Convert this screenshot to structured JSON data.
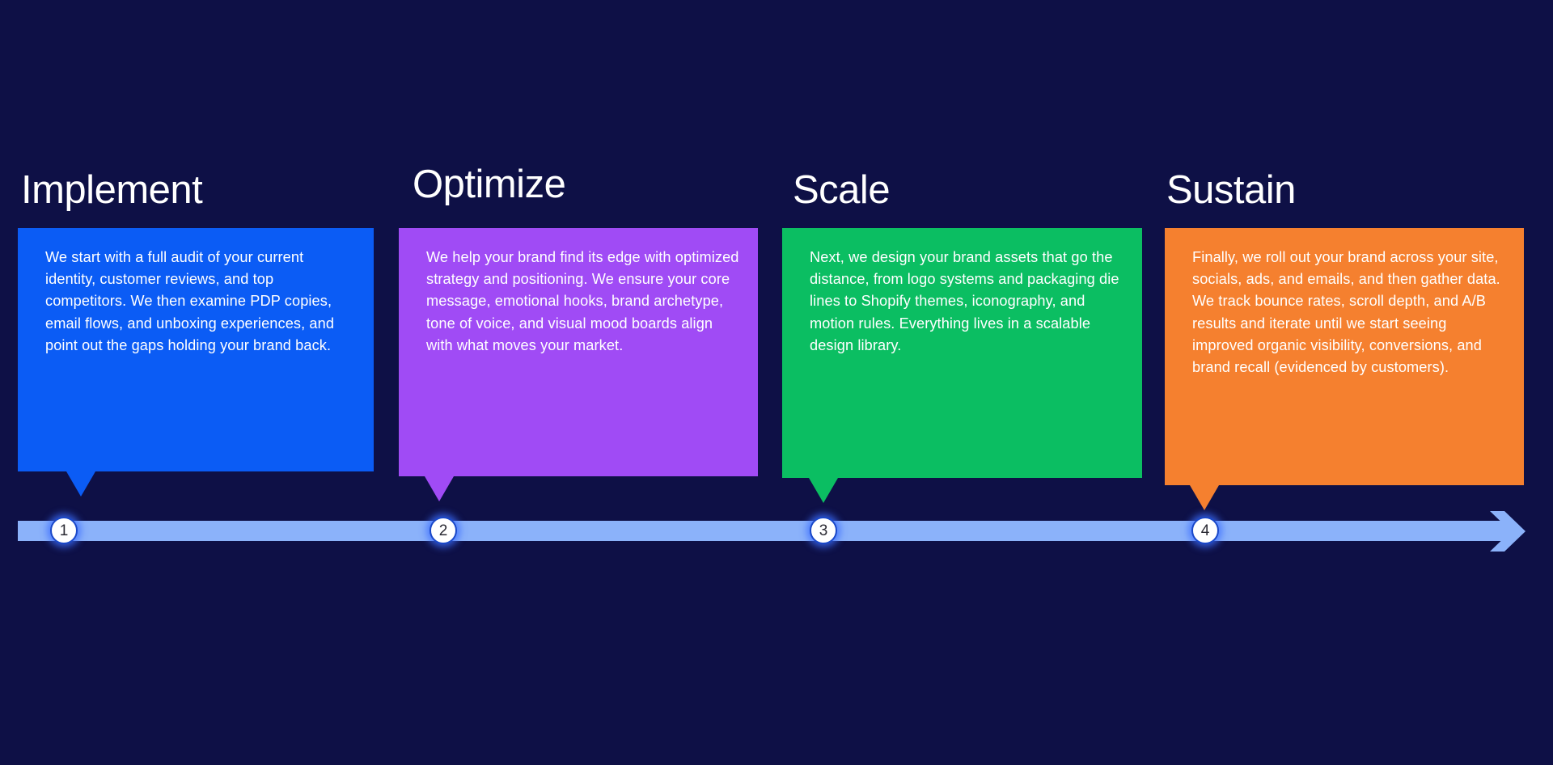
{
  "page": {
    "background_color": "#0E1046",
    "title_color": "#FFFFFF"
  },
  "steps": [
    {
      "number": "1",
      "title": "Implement",
      "body": "We start with a full audit of your current identity, customer reviews, and top competitors. We then examine PDP copies, email flows, and unboxing experiences, and point out the gaps holding your brand back.",
      "color": "#0B5CF5"
    },
    {
      "number": "2",
      "title": "Optimize",
      "body": "We help your brand find its edge with optimized strategy and positioning. We ensure your core message, emotional hooks, brand archetype, tone of voice, and visual mood boards align with what moves your market.",
      "color": "#A04BF5"
    },
    {
      "number": "3",
      "title": "Scale",
      "body": "Next, we design your brand assets that go the distance, from logo systems and packaging die lines to Shopify themes, iconography, and motion rules. Everything lives in a scalable design library.",
      "color": "#0BBE62"
    },
    {
      "number": "4",
      "title": "Sustain",
      "body": "Finally, we roll out your brand across your site, socials, ads, and emails, and then gather data. We track bounce rates, scroll depth, and A/B results and iterate until we start seeing improved organic visibility, conversions, and brand recall (evidenced by customers).",
      "color": "#F5802F"
    }
  ],
  "timeline": {
    "bar_color": "#8BB2FA",
    "marker_fill": "#FFFFFF",
    "marker_ring_color": "#1947C8",
    "marker_number_color": "#2A2A33",
    "arrow_direction": "right"
  }
}
